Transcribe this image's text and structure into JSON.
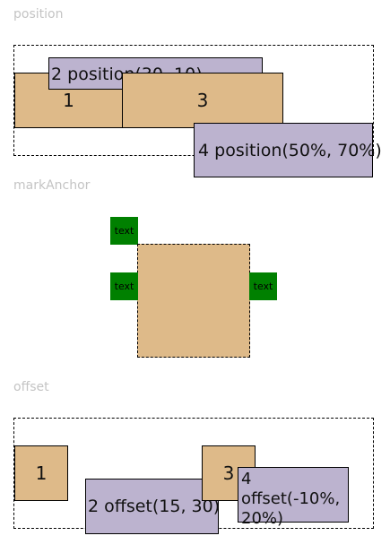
{
  "sections": {
    "position": {
      "label": "position",
      "box1": "1",
      "box2": "2 position(30, 10)",
      "box3": "3",
      "box4": "4 position(50%, 70%)"
    },
    "markAnchor": {
      "label": "markAnchor",
      "mark_top": "text",
      "mark_left": "text",
      "mark_right": "text"
    },
    "offset": {
      "label": "offset",
      "box1": "1",
      "box2": "2  offset(15, 30)",
      "box3": "3",
      "box4": "4 offset(-10%, 20%)"
    }
  },
  "colors": {
    "tan": "#deba89",
    "lavender": "#bcb3cf",
    "green": "#008000",
    "label_gray": "#c4c4c4"
  }
}
